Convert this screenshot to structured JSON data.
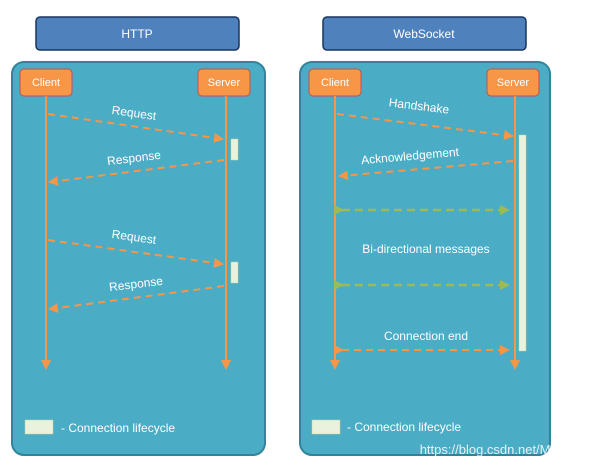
{
  "http": {
    "title": "HTTP",
    "client_label": "Client",
    "server_label": "Server",
    "messages": [
      "Request",
      "Response",
      "Request",
      "Response"
    ],
    "legend_label": "- Connection lifecycle"
  },
  "websocket": {
    "title": "WebSocket",
    "client_label": "Client",
    "server_label": "Server",
    "messages": [
      "Handshake",
      "Acknowledgement",
      "Bi-directional messages",
      "Connection end"
    ],
    "legend_label": "- Connection lifecycle"
  },
  "watermark": "https://blog.csdn.net/MacWx",
  "colors": {
    "panel_fill": "#4bacc6",
    "panel_stroke": "#31849b",
    "header_fill": "#4f81bd",
    "header_stroke": "#17375e",
    "actor_fill": "#f79646",
    "actor_stroke": "#c0504d",
    "lifeline": "#f79646",
    "arrow_orange": "#f79646",
    "arrow_green": "#9bbb59",
    "lifecycle_fill": "#eaf1dd"
  }
}
